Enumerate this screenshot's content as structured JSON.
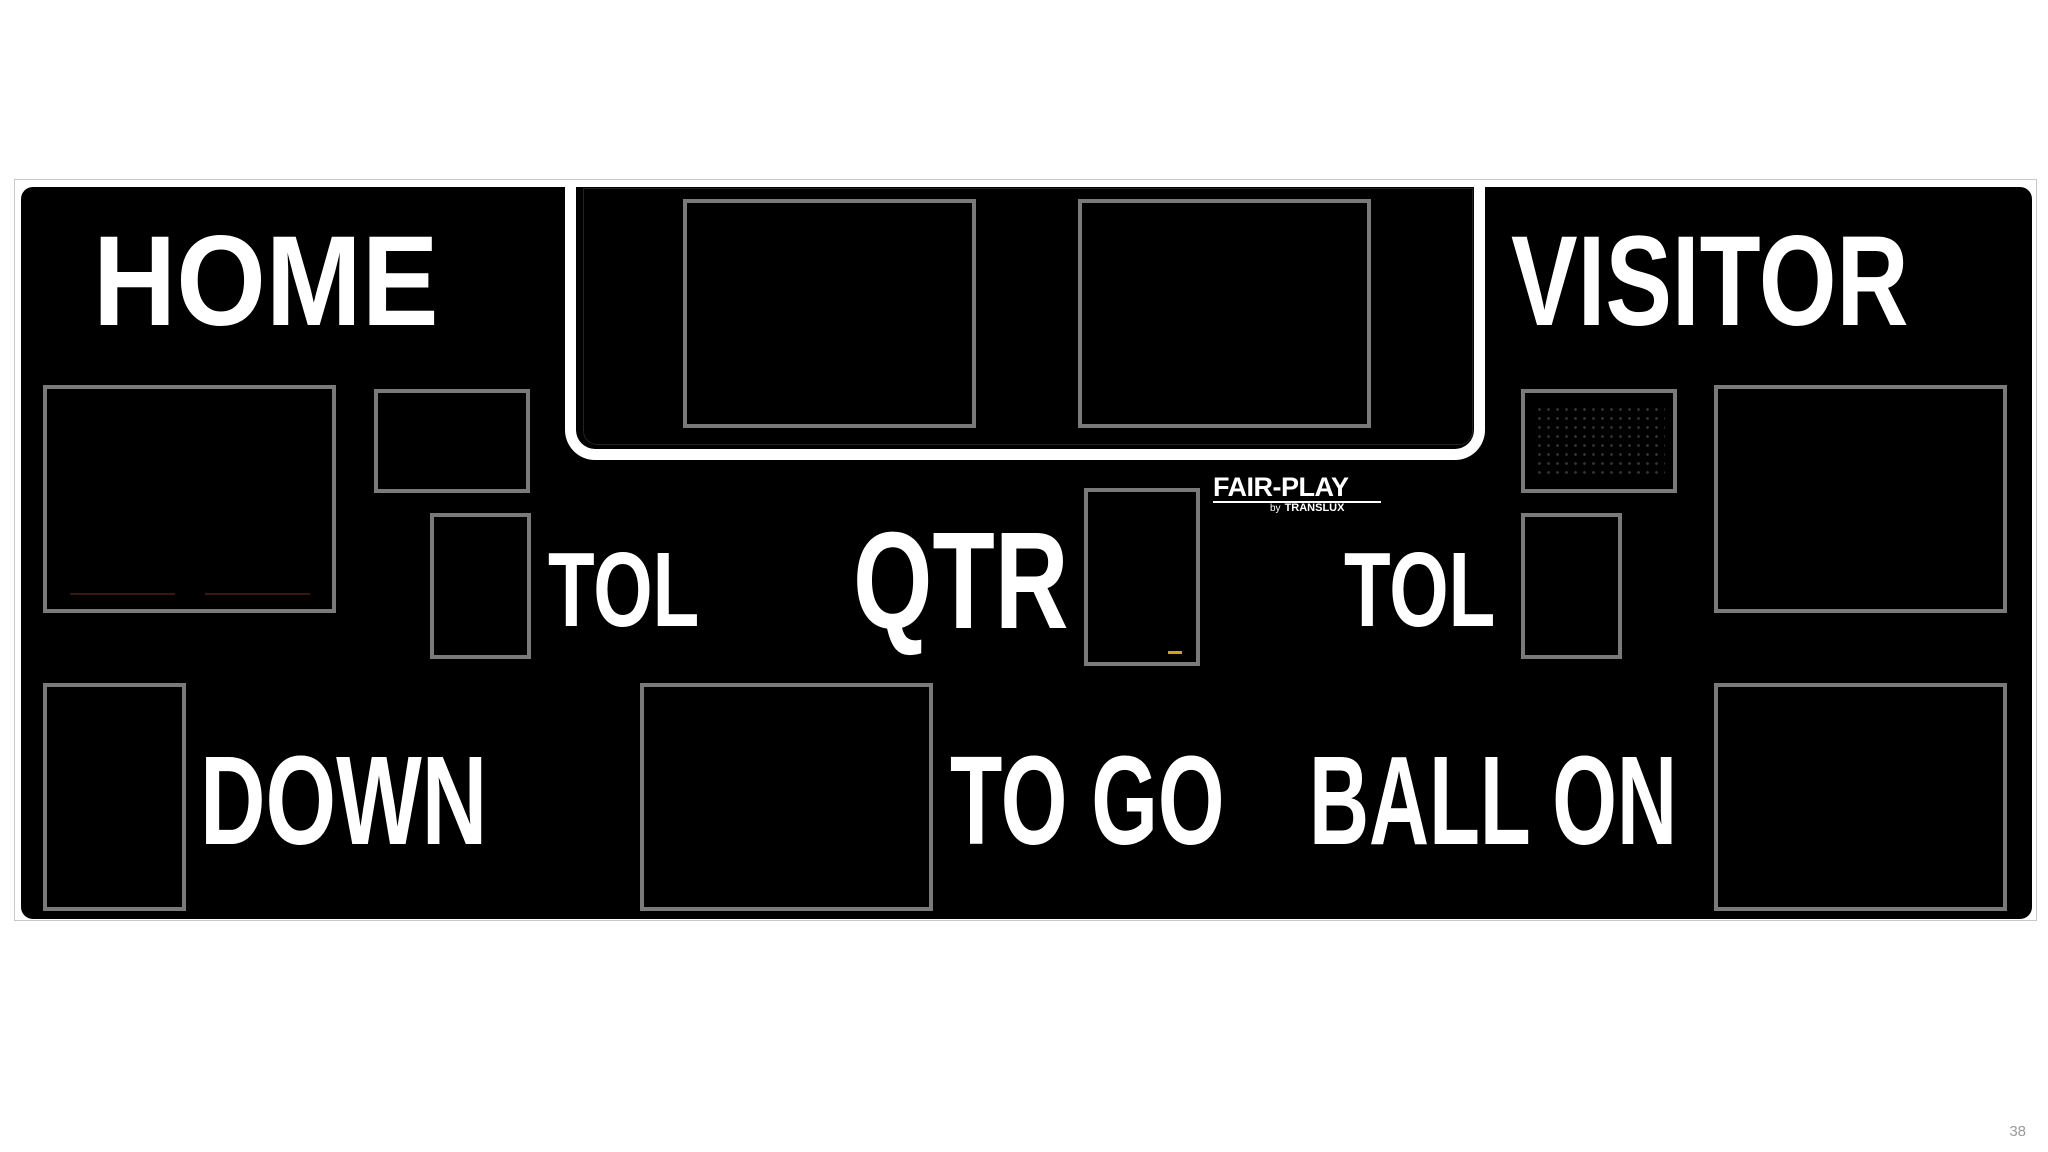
{
  "scoreboard": {
    "labels": {
      "home": "HOME",
      "visitor": "VISITOR",
      "tol_home": "TOL",
      "qtr": "QTR",
      "tol_visitor": "TOL",
      "down": "DOWN",
      "to_go": "TO GO",
      "ball_on": "BALL ON"
    },
    "logo": {
      "brand": "FAIR-PLAY",
      "by": "by",
      "maker": "TRANSLUX"
    },
    "colors": {
      "board": "#000000",
      "text": "#ffffff",
      "digit_frame": "#7a7a7a"
    }
  },
  "slide": {
    "page_number": "38"
  }
}
